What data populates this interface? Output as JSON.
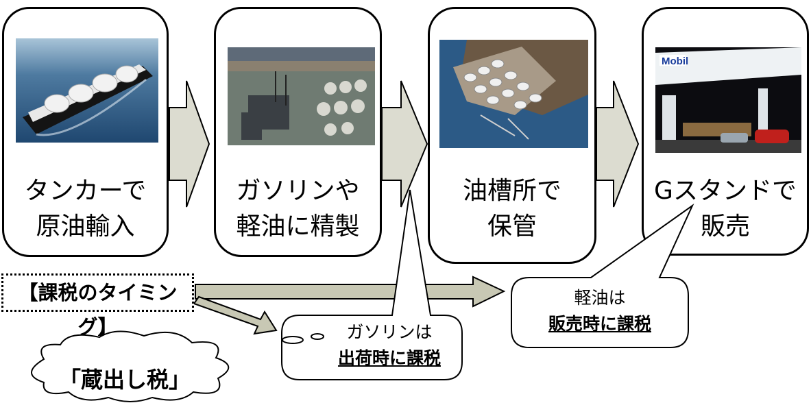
{
  "steps": [
    {
      "line1": "タンカーで",
      "line2": "原油輸入",
      "image": "lng-tanker-ship-photo"
    },
    {
      "line1": "ガソリンや",
      "line2": "軽油に精製",
      "image": "oil-refinery-photo"
    },
    {
      "line1": "油槽所で",
      "line2": "保管",
      "image": "oil-storage-depot-photo"
    },
    {
      "line1": "Gスタンドで",
      "line2": "販売",
      "image": "mobil-gas-station-photo",
      "sign": "Mobil"
    }
  ],
  "timing_label": "【課税のタイミング】",
  "gasoline_callout": {
    "line1": "ガソリンは",
    "line2": "出荷時に課税"
  },
  "diesel_callout": {
    "line1": "軽油は",
    "line2": "販売時に課税"
  },
  "cloud_label": "「蔵出し税」",
  "colors": {
    "arrow_fill": "#dcdcd0",
    "big_arrow_fill": "#c8c8b4",
    "border": "#000000"
  }
}
